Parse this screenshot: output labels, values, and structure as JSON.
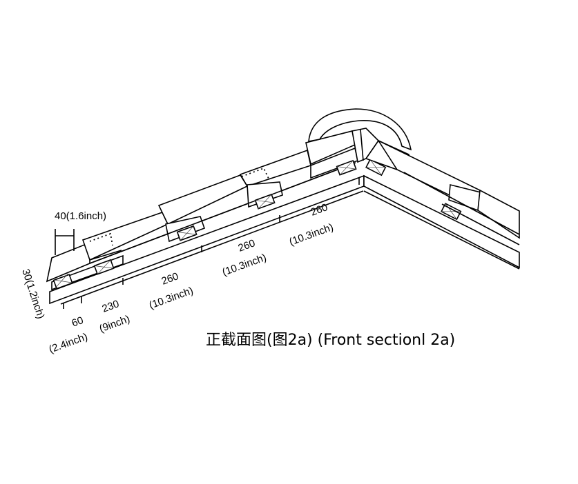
{
  "dimensions": {
    "ridge_width": "40(1.6inch)",
    "tile_thickness": "30(1.2inch)",
    "eave_offset": "60",
    "eave_offset_inch": "(2.4inch)",
    "first_batten": "230",
    "first_batten_inch": "(9inch)",
    "spacing_1": "260",
    "spacing_1_inch": "(10.3inch)",
    "spacing_2": "260",
    "spacing_2_inch": "(10.3inch)",
    "spacing_3": "260",
    "spacing_3_inch": "(10.3inch)"
  },
  "caption": "正截面图(图2a) (Front  sectionl  2a)"
}
